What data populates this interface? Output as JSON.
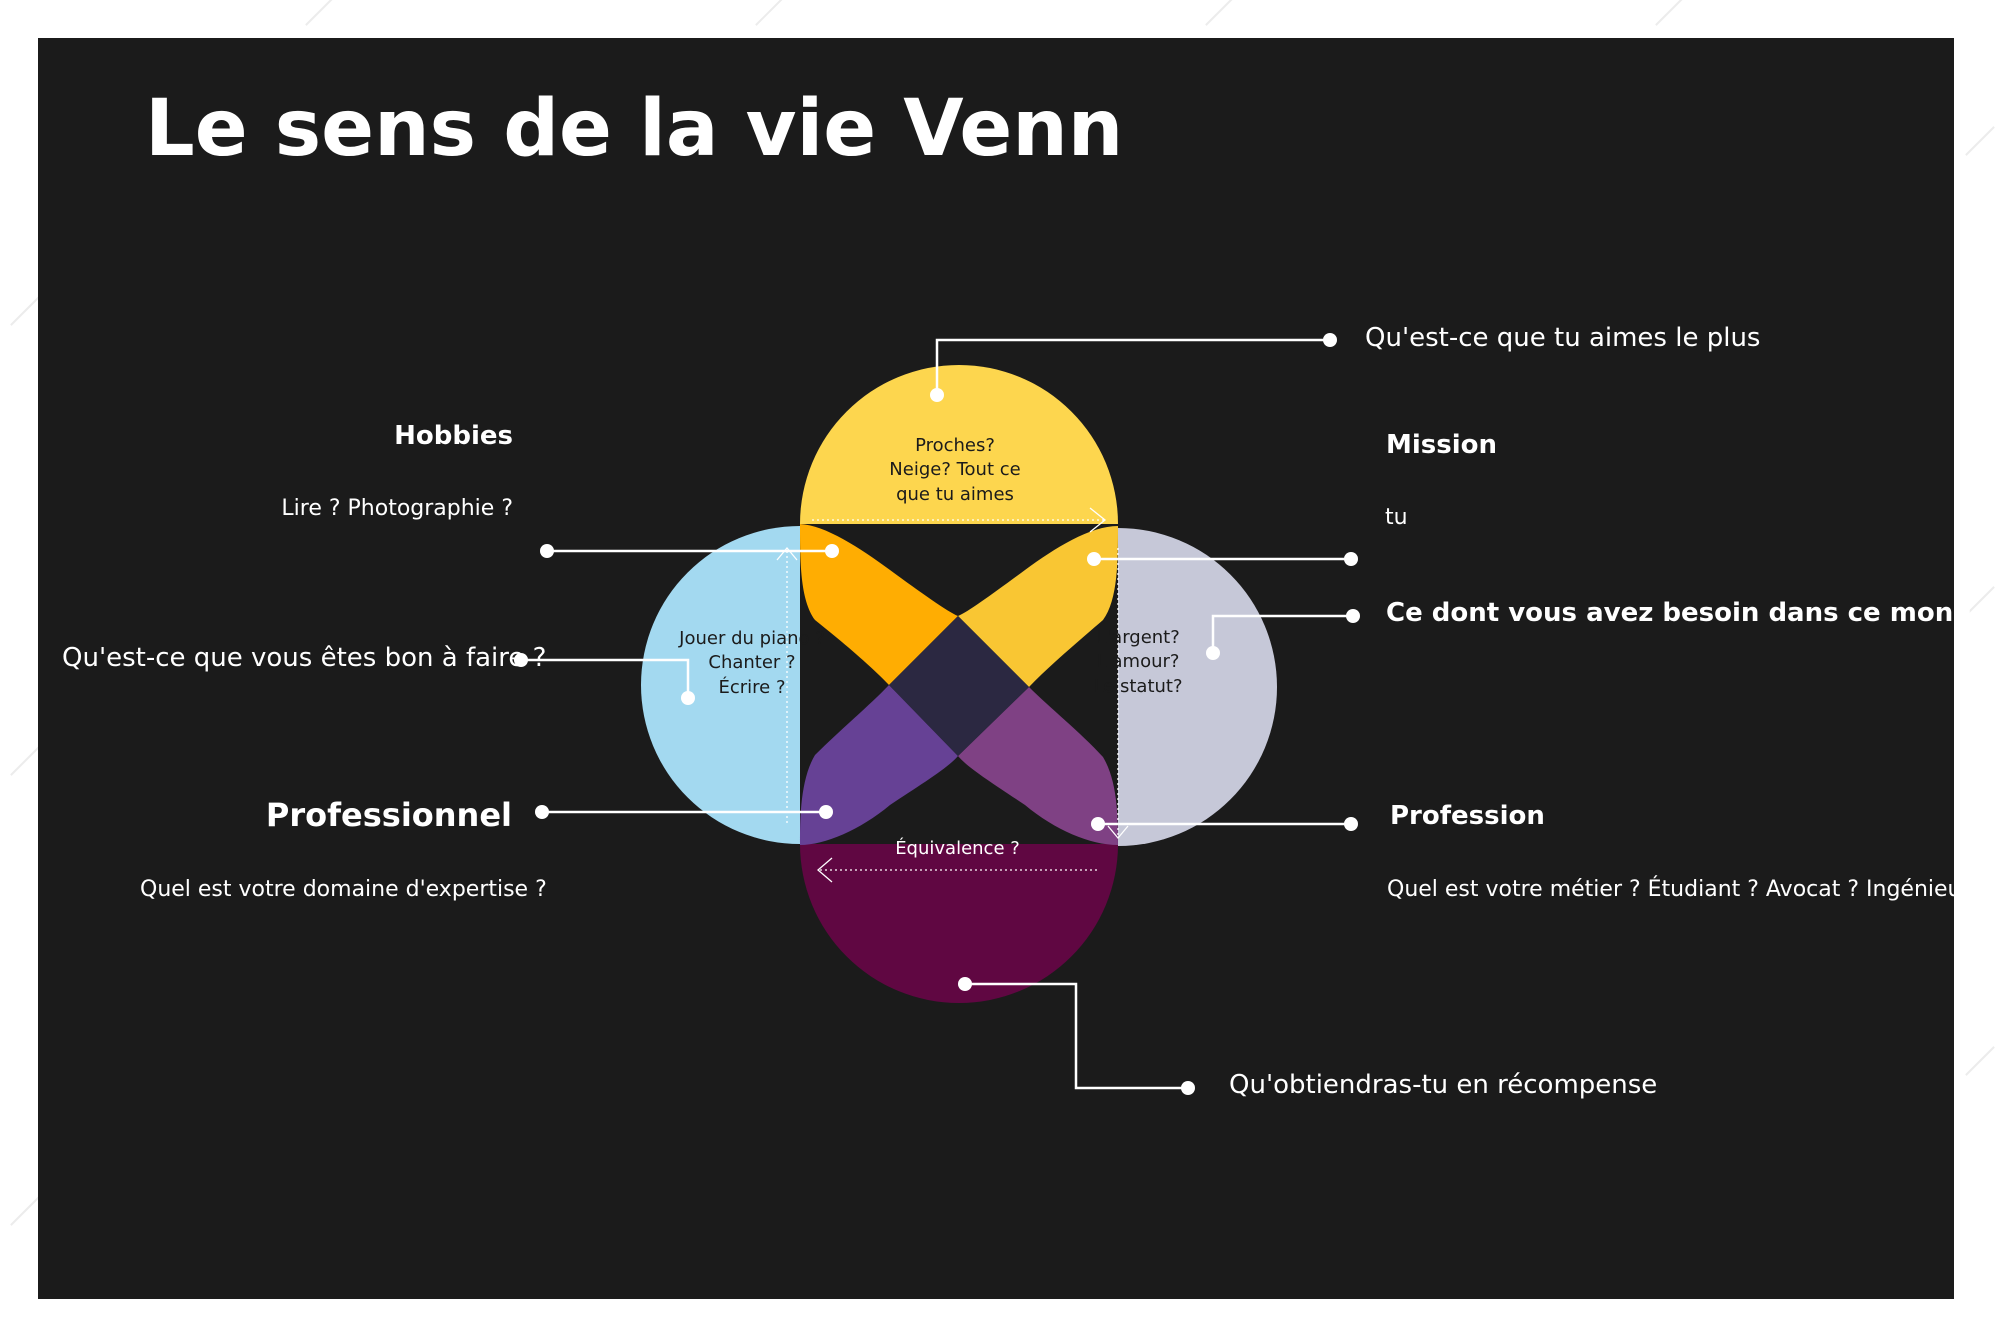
{
  "title": "Le sens de la vie Venn",
  "colors": {
    "background": "#1b1b1b",
    "passion": "#fdd64e",
    "vocation": "#c6c8d8",
    "mission": "#a3d9f0",
    "profession": "#600742",
    "overlap_top_left": "#ffad02",
    "overlap_top_right": "#f9c633",
    "overlap_bottom_left": "#664195",
    "overlap_bottom_right": "#7f4184",
    "center": "#2b2841"
  },
  "circles": {
    "top": {
      "text_lines": [
        "Proches?",
        "Neige? Tout ce",
        "que tu aimes"
      ]
    },
    "left": {
      "text_lines": [
        "Jouer du piano ?",
        "Chanter ?",
        "Écrire ?"
      ]
    },
    "right": {
      "text_lines": [
        "L'argent?",
        "L'amour?",
        "Le statut?"
      ]
    },
    "bottom": {
      "text_lines": [
        "Équivalence ?"
      ]
    }
  },
  "labels": {
    "love_most": "Qu'est-ce que tu aimes le plus",
    "hobbies_title": "Hobbies",
    "hobbies_examples": "Lire ? Photographie ?",
    "good_at": "Qu'est-ce que vous êtes bon à faire ?",
    "professionnel_title": "Professionnel",
    "expertise_question": "Quel est votre domaine d'expertise ?",
    "mission_title": "Mission",
    "mission_text": "tu",
    "world_needs": "Ce dont vous avez besoin dans ce monde",
    "profession_title": "Profession",
    "profession_question": "Quel est votre métier ? Étudiant ? Avocat ? Ingénieur ?",
    "reward": "Qu'obtiendras-tu en récompense"
  }
}
